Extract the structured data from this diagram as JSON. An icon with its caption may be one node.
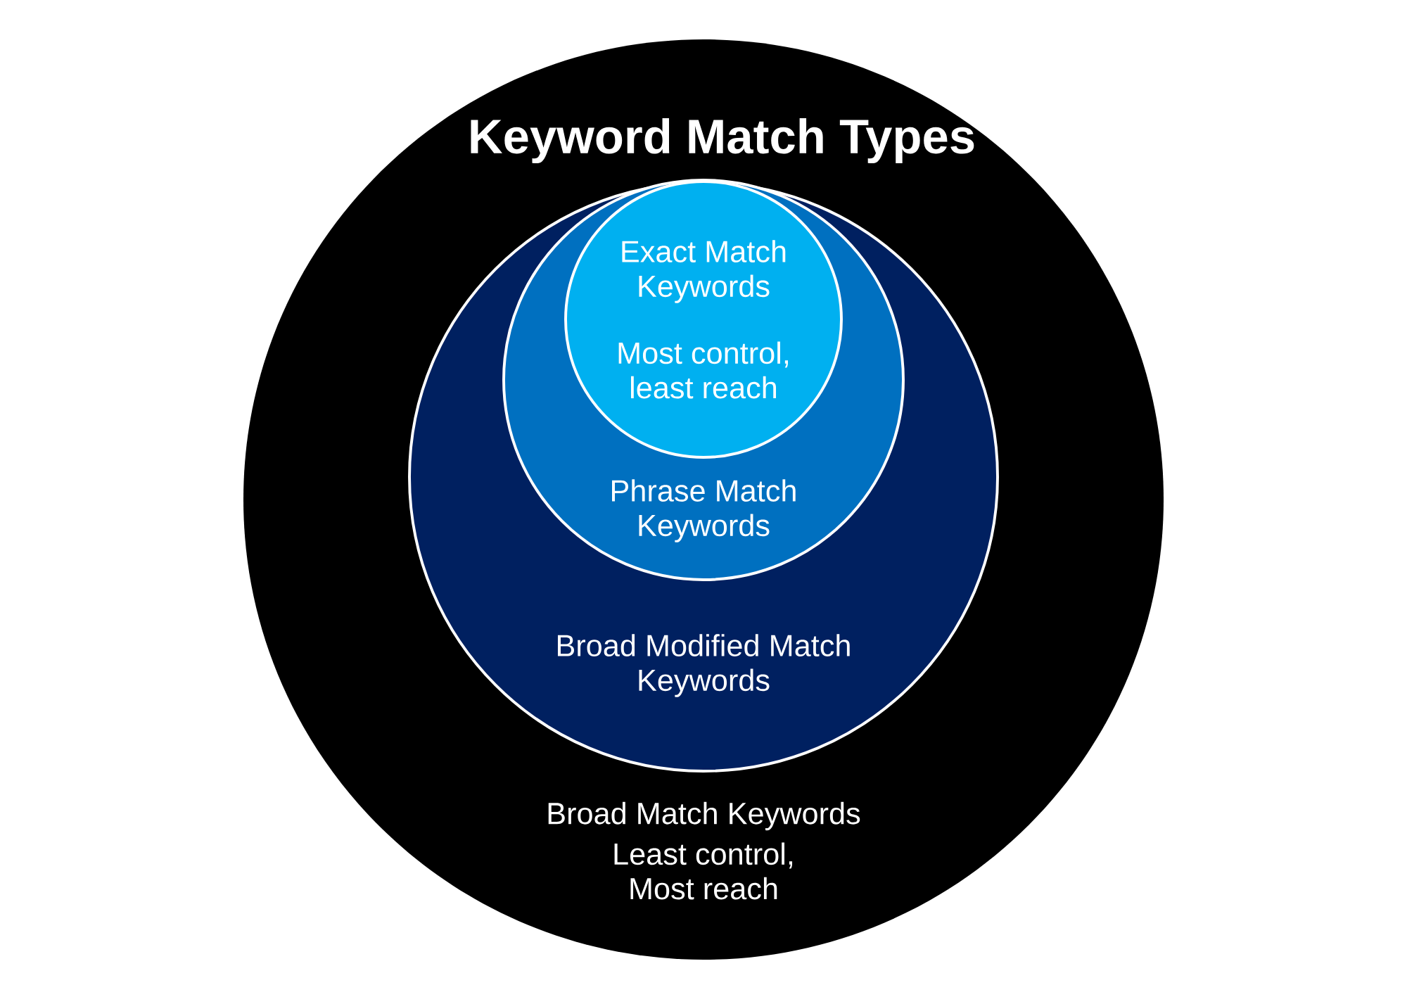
{
  "diagram": {
    "title": "Keyword Match Types",
    "nodes": [
      {
        "text": [
          "Broad Match Keywords",
          "Least control, Most reach"
        ]
      },
      {
        "text": [
          "Broad Modified Match Keywords"
        ],
        "in": 0
      },
      {
        "text": [
          "Phrase Match Keywords"
        ],
        "in": 1
      },
      {
        "text": [
          "Exact Match Keywords",
          "Most control, least reach"
        ],
        "in": 2
      }
    ]
  }
}
